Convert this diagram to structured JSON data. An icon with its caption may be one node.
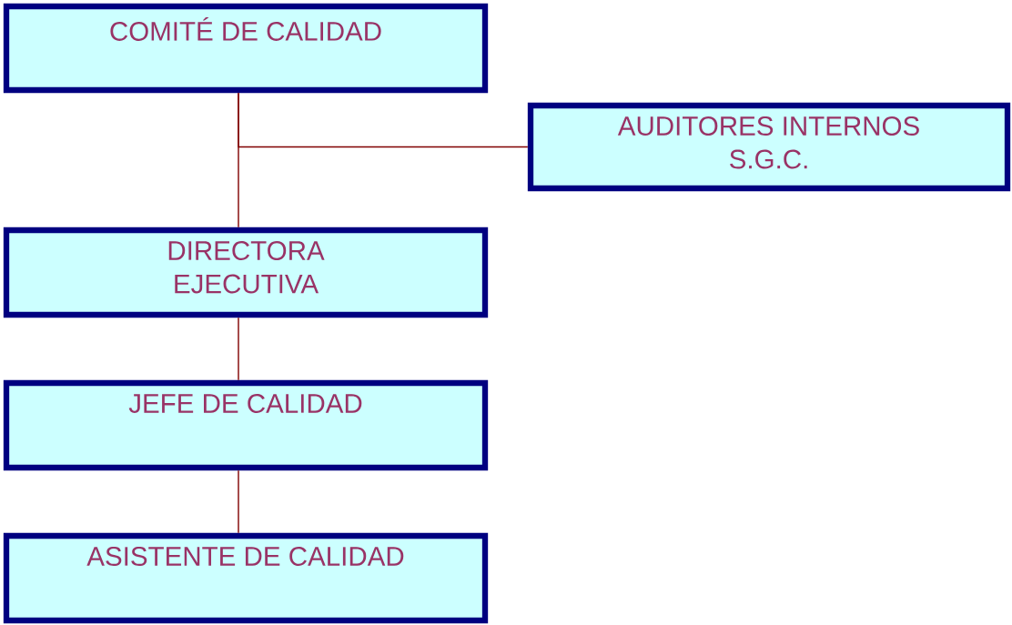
{
  "diagram": {
    "nodes": [
      {
        "text": [
          "COMITÉ DE CALIDAD"
        ]
      },
      {
        "text": [
          "AUDITORES INTERNOS S.G.C."
        ]
      },
      {
        "text": [
          "DIRECTORA EJECUTIVA"
        ]
      },
      {
        "text": [
          "JEFE DE CALIDAD"
        ]
      },
      {
        "text": [
          "ASISTENTE DE CALIDAD"
        ]
      }
    ],
    "edges": [
      {
        "from": 0,
        "to": 2,
        "arrow": "none"
      },
      {
        "from": 0,
        "to": 1,
        "arrow": "none"
      },
      {
        "from": 2,
        "to": 3,
        "arrow": "none"
      },
      {
        "from": 3,
        "to": 4,
        "arrow": "none"
      }
    ]
  }
}
